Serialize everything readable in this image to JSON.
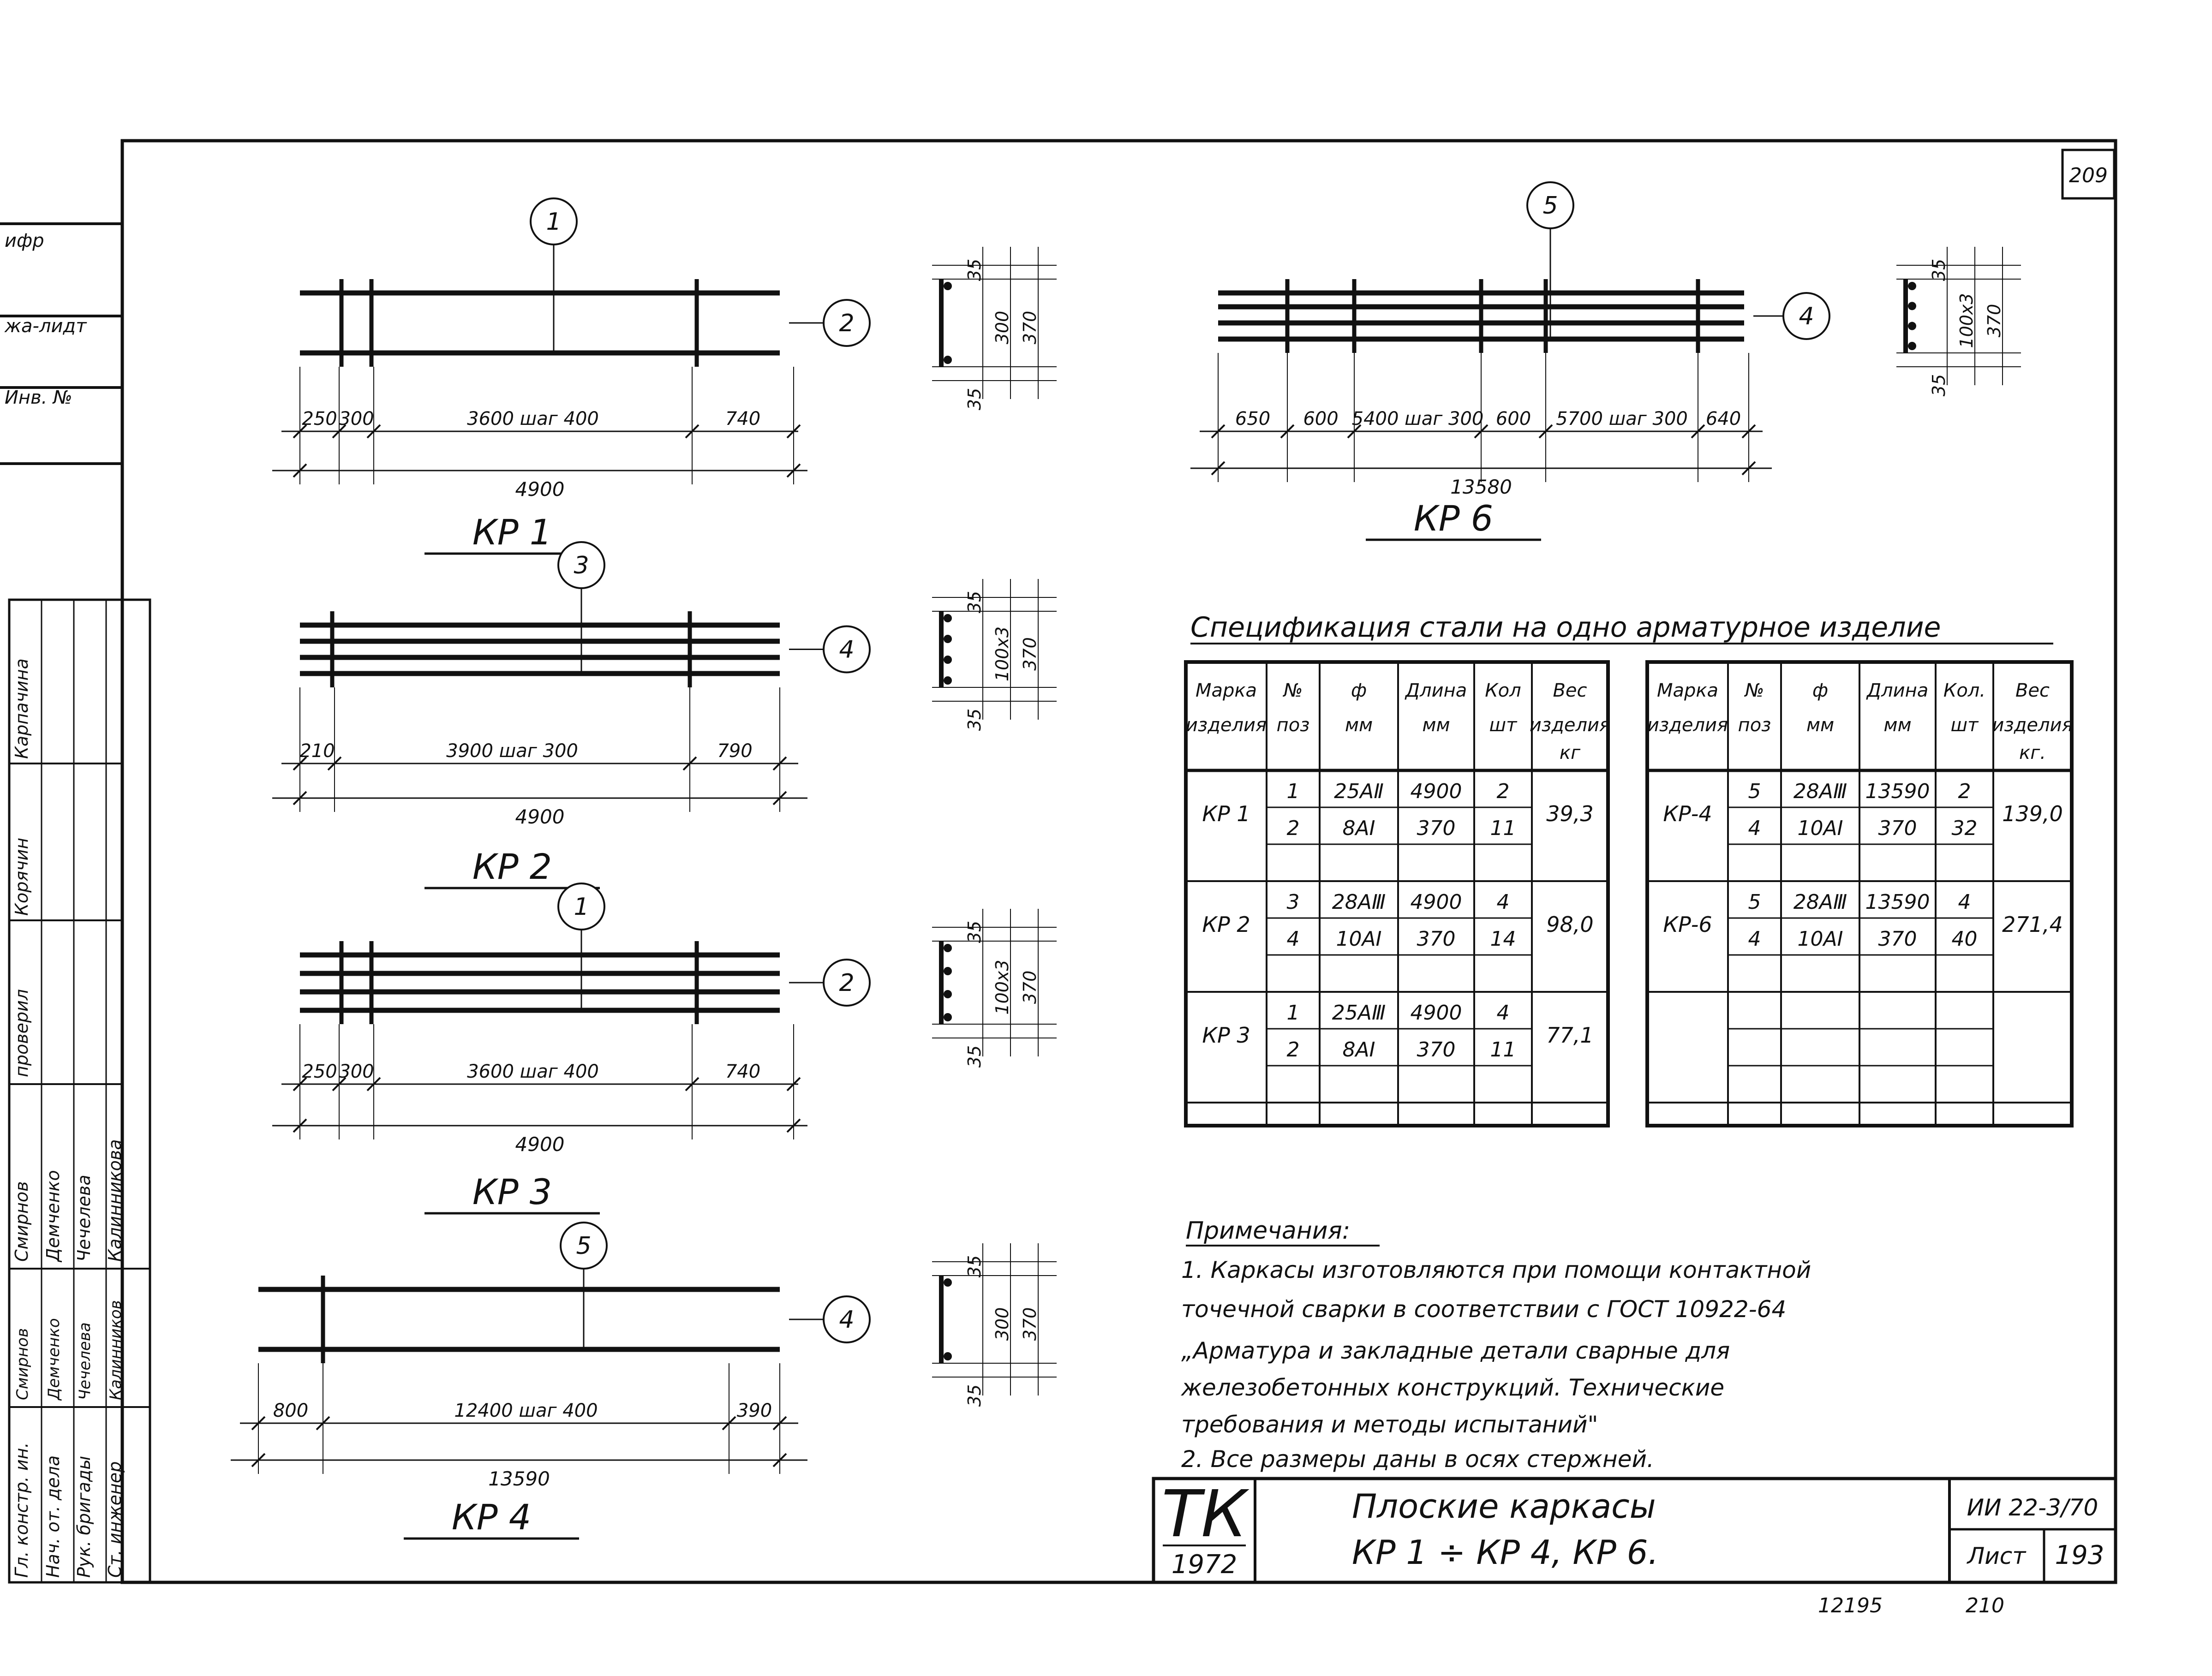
{
  "sheet_code": "209",
  "left_strip": {
    "top_labels": [
      "ифр",
      "жа-лидт",
      "Инв. №"
    ],
    "title_labels": [
      "Гл. констр. ин.",
      "Нач. от. дела",
      "Рук. бригады",
      "Ст. инженер"
    ],
    "names": [
      "Смирнов",
      "Демченко",
      "Чечелева",
      "Калинникова"
    ],
    "roles": [
      "Карпачина",
      "Корячин",
      "проверил"
    ],
    "signatures": [
      "Смирнов",
      "Демченко",
      "Чечелева",
      "Калинников"
    ]
  },
  "frames": [
    {
      "id": "kr1",
      "label": "КР 1",
      "pos_top": "1",
      "pos_side": "2",
      "dims_top": [
        "250",
        "300",
        "3600 шаг 400",
        "740"
      ],
      "dim_total": "4900",
      "section_dims": [
        "35",
        "300",
        "370",
        "35"
      ]
    },
    {
      "id": "kr2",
      "label": "КР 2",
      "pos_top": "3",
      "pos_side": "4",
      "dims_top": [
        "210",
        "3900 шаг 300",
        "790"
      ],
      "dim_total": "4900",
      "section_dims": [
        "35",
        "100х3",
        "370",
        "35"
      ]
    },
    {
      "id": "kr3",
      "label": "КР 3",
      "pos_top": "1",
      "pos_side": "2",
      "dims_top": [
        "250",
        "300",
        "3600 шаг 400",
        "740"
      ],
      "dim_total": "4900",
      "section_dims": [
        "35",
        "100х3",
        "370",
        "35"
      ]
    },
    {
      "id": "kr4",
      "label": "КР 4",
      "pos_top": "5",
      "pos_side": "4",
      "dims_top": [
        "800",
        "12400 шаг 400",
        "390"
      ],
      "dim_total": "13590",
      "section_dims": [
        "35",
        "300",
        "370",
        "35"
      ]
    },
    {
      "id": "kr6",
      "label": "КР 6",
      "pos_top": "5",
      "pos_side": "4",
      "dims_top": [
        "650",
        "600",
        "5400 шаг 300",
        "600",
        "5700 шаг 300",
        "640"
      ],
      "dim_total": "13580",
      "section_dims": [
        "35",
        "100х3",
        "370",
        "35"
      ]
    }
  ],
  "spec": {
    "title": "Спецификация стали на одно арматурное изделие",
    "headers": [
      {
        "l1": "Марка",
        "l2": "изделия"
      },
      {
        "l1": "№",
        "l2": "поз"
      },
      {
        "l1": "ф",
        "l2": "мм"
      },
      {
        "l1": "Длина",
        "l2": "мм"
      },
      {
        "l1": "Кол",
        "l2": "шт"
      },
      {
        "l1": "Вес",
        "l2": "изделия",
        "l3": "кг"
      }
    ],
    "headers_right": [
      {
        "l1": "Марка",
        "l2": "изделия"
      },
      {
        "l1": "№",
        "l2": "поз"
      },
      {
        "l1": "ф",
        "l2": "мм"
      },
      {
        "l1": "Длина",
        "l2": "мм"
      },
      {
        "l1": "Кол.",
        "l2": "шт"
      },
      {
        "l1": "Вес",
        "l2": "изделия",
        "l3": "кг."
      }
    ],
    "left_groups": [
      {
        "mark": "КР 1",
        "weight": "39,3",
        "rows": [
          [
            "1",
            "25АⅡ",
            "4900",
            "2"
          ],
          [
            "2",
            "8АI",
            "370",
            "11"
          ]
        ]
      },
      {
        "mark": "КР 2",
        "weight": "98,0",
        "rows": [
          [
            "3",
            "28АⅢ",
            "4900",
            "4"
          ],
          [
            "4",
            "10АI",
            "370",
            "14"
          ]
        ]
      },
      {
        "mark": "КР 3",
        "weight": "77,1",
        "rows": [
          [
            "1",
            "25АⅢ",
            "4900",
            "4"
          ],
          [
            "2",
            "8АI",
            "370",
            "11"
          ]
        ]
      }
    ],
    "right_groups": [
      {
        "mark": "КР-4",
        "weight": "139,0",
        "rows": [
          [
            "5",
            "28АⅢ",
            "13590",
            "2"
          ],
          [
            "4",
            "10АI",
            "370",
            "32"
          ]
        ]
      },
      {
        "mark": "КР-6",
        "weight": "271,4",
        "rows": [
          [
            "5",
            "28АⅢ",
            "13590",
            "4"
          ],
          [
            "4",
            "10АI",
            "370",
            "40"
          ]
        ]
      }
    ]
  },
  "notes": {
    "title": "Примечания:",
    "lines": [
      "1. Каркасы изготовляются при помощи контактной",
      "точечной сварки в соответствии с ГОСТ 10922-64",
      "„Арматура и закладные детали сварные для",
      "железобетонных конструкций. Технические",
      "требования и методы испытаний\"",
      "2. Все размеры даны в осях стержней."
    ]
  },
  "title_block": {
    "org_line1": "ТК",
    "org_line2": "1972",
    "title_line1": "Плоские каркасы",
    "title_line2": "КР 1 ÷ КР 4, КР 6.",
    "doc_code": "ИИ 22-3/70",
    "sheet_label": "Лист",
    "sheet_number": "193"
  },
  "footer": {
    "left": "12195",
    "right": "210"
  }
}
